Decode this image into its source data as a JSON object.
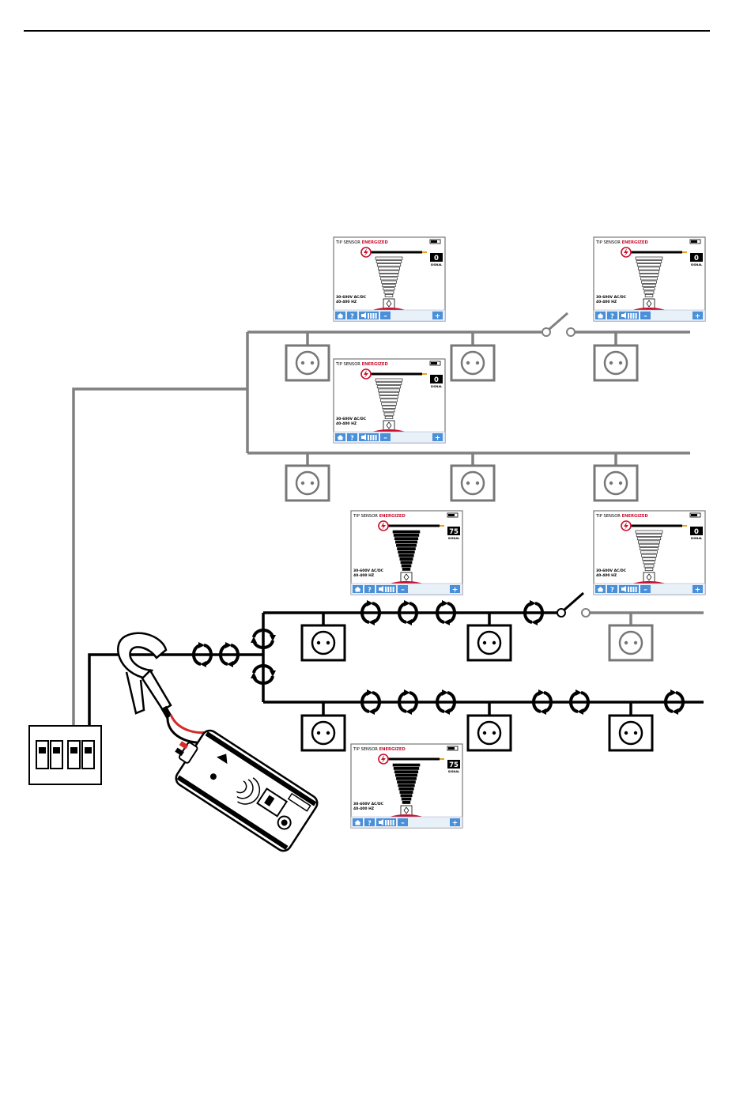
{
  "screen": {
    "sensor_label": "TIP SENSOR",
    "state_label": "ENERGIZED",
    "signal_label": "SIGNAL",
    "range_voltage": "30-600V AC/DC",
    "range_freq": "40-400 HZ",
    "help_glyph": "?",
    "minus_glyph": "–",
    "plus_glyph": "+",
    "home_icon": "home-icon",
    "battery_icon": "battery-icon",
    "volume_icon": "volume-icon"
  },
  "screens": [
    {
      "signal": "0"
    },
    {
      "signal": "0"
    },
    {
      "signal": "0"
    },
    {
      "signal": "75"
    },
    {
      "signal": "0"
    },
    {
      "signal": "75"
    }
  ],
  "colors": {
    "energized": "#c8102e",
    "dead_wire": "#808080",
    "live_wire": "#000000",
    "ui_blue": "#4a90d9",
    "clamp_red": "#d42a2a"
  }
}
